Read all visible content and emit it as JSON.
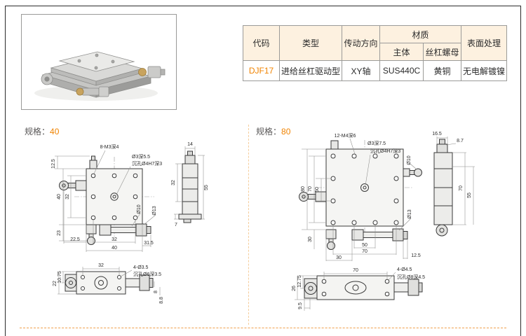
{
  "table": {
    "col_code": "代码",
    "col_type": "类型",
    "col_direction": "传动方向",
    "col_material": "材质",
    "col_body": "主体",
    "col_nut": "丝杠螺母",
    "col_surface": "表面处理",
    "row": {
      "code": "DJF17",
      "type": "进给丝杠驱动型",
      "direction": "XY轴",
      "body": "SUS440C",
      "nut": "黄铜",
      "surface": "无电解镀镍"
    }
  },
  "spec40": {
    "label": "规格：",
    "value": "40",
    "plan": {
      "thread": "8-M3深4",
      "center_hole": "Ø3深5.5",
      "counterbore": "沉孔Ø4H7深3",
      "dim_12_5": "12.5",
      "dim_40_left": "40",
      "dim_32_left": "32",
      "dim_23": "23",
      "dim_22_5": "22.5",
      "dim_32_bottom": "32",
      "dim_40_bottom": "40",
      "dim_31_5": "31.5",
      "dia_10": "Ø10",
      "dia_13": "Ø13"
    },
    "side": {
      "dim_14": "14",
      "dim_32": "32",
      "dim_55": "55",
      "dim_7": "7"
    },
    "bottom": {
      "dim_10_75": "10.75",
      "dim_22": "22",
      "dim_32": "32",
      "holes": "4-Ø3.5",
      "counterbore": "沉孔Ø6深3.5",
      "dim_8": "8",
      "dim_8_8": "8.8"
    }
  },
  "spec80": {
    "label": "规格：",
    "value": "80",
    "plan": {
      "thread": "12-M4深6",
      "center_hole": "Ø3深7.5",
      "counterbore": "沉孔Ø4H7深3",
      "dim_80": "80",
      "dim_70": "70",
      "dim_50_left": "50",
      "dim_30_left": "30",
      "dim_50_bottom": "50",
      "dim_70_bottom": "70",
      "dim_30_bottom": "30",
      "dim_12_5": "12.5",
      "dia_10": "Ø10",
      "dia_13": "Ø13"
    },
    "side": {
      "dim_16_5": "16.5",
      "dim_8_7": "8.7",
      "dim_70": "70",
      "dim_55": "55"
    },
    "bottom": {
      "dim_12_75": "12.75",
      "dim_26": "26",
      "dim_70": "70",
      "holes": "4-Ø4.5",
      "counterbore": "沉孔Ø8深4.5",
      "dim_9_5": "9.5"
    }
  }
}
